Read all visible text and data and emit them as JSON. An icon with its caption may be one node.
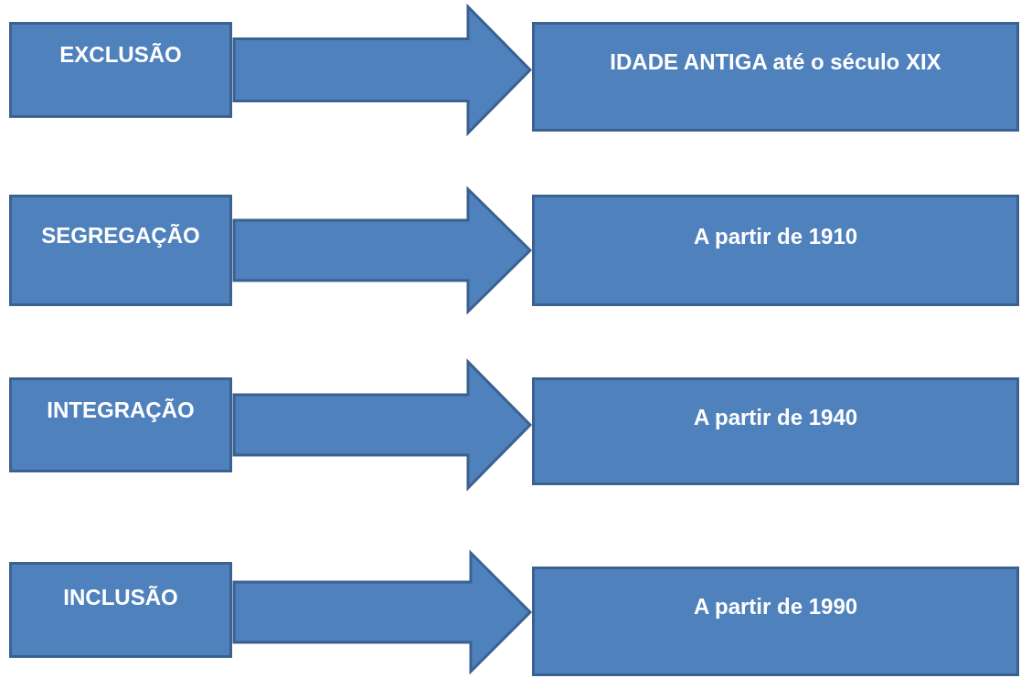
{
  "diagram": {
    "nodes": [
      {
        "text": [
          "EXCLUSÃO"
        ]
      },
      {
        "text": [
          "IDADE ANTIGA até o século XIX"
        ]
      },
      {
        "text": [
          "SEGREGAÇÃO"
        ]
      },
      {
        "text": [
          "A partir de 1910"
        ]
      },
      {
        "text": [
          "INTEGRAÇÃO"
        ]
      },
      {
        "text": [
          "A partir de 1940"
        ]
      },
      {
        "text": [
          "INCLUSÃO"
        ]
      },
      {
        "text": [
          "A partir de 1990"
        ]
      }
    ],
    "edges": [
      {
        "from": 0,
        "to": 1,
        "arrow": "to"
      },
      {
        "from": 2,
        "to": 3,
        "arrow": "to"
      },
      {
        "from": 4,
        "to": 5,
        "arrow": "to"
      },
      {
        "from": 6,
        "to": 7,
        "arrow": "to"
      }
    ]
  }
}
